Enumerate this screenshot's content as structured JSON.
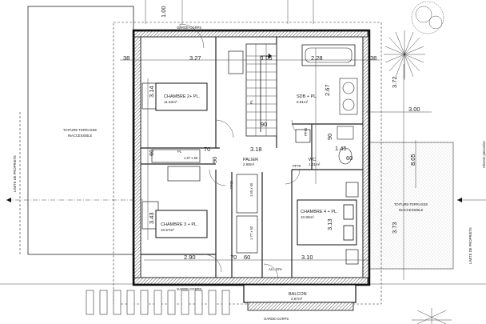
{
  "labels": {
    "limite_left": "LIMITE DE PROPRIETE",
    "limite_right": "LIMITE DE PROPRIETE",
    "terrasse_left_1": "TOITURE-TERRASSE",
    "terrasse_left_2": "INACCESSIBLE",
    "terrasse_right_1": "TOITURE-TERRASSE",
    "terrasse_right_2": "INACCESSIBLE",
    "garde_corps_top": "GARDE-CORPS",
    "garde_corps_bottom": "GARDE-CORPS",
    "garde_corps_balcon": "GARDE-CORPS",
    "chemin": "Chemin pietonnier",
    "all": "ALL 10%"
  },
  "rooms": {
    "ch2_name": "CHAMBRE 2+ PL.",
    "ch2_area": "11.52m²",
    "sdb_name": "SDB + PL.",
    "sdb_area": "6.81m²",
    "palier_name": "PALIER",
    "palier_area": "2.88m²",
    "wc_name": "WC",
    "wc_area": "1.31m²",
    "ch3_name": "CHAMBRE 3 + PL.",
    "ch3_area": "10.57m²",
    "ch4_name": "CHAMBRE 4 + PL.",
    "ch4_area": "10.86m²",
    "balcon_name": "BALCON",
    "balcon_area": "2.87m²"
  },
  "dims": {
    "d1": "1.00",
    "d2": "3.27",
    "d3": "1.05",
    "d4": "2.28",
    "d5": "38",
    "d6": "38",
    "d7": "3.72",
    "d8": "3.00",
    "d9": "2.67",
    "d10": "3.18",
    "d11": "1.45",
    "d12": "8.05",
    "d13": "3.73",
    "d14": "2.90",
    "d15": "3.10",
    "d16": "60",
    "d17": "60",
    "d18": "90",
    "d19": "90",
    "d20": "70",
    "d21": "3.13",
    "d22": "3.14",
    "d23": "3.43",
    "d24": "1.97 x 60",
    "d25": "1.77 x 60",
    "d26": "1.55 x 60",
    "d27": "PL",
    "d28": "PL",
    "d29": "PP90",
    "d30": "PP70",
    "d31": "PP90",
    "d32": "90",
    "d33": "60",
    "d34": "70"
  }
}
